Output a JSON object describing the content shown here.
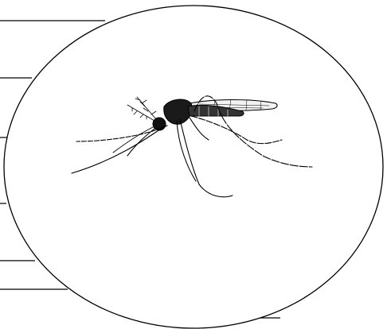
{
  "diagram": {
    "subject": "",
    "labels": [
      {
        "id": "label-1",
        "text": ""
      },
      {
        "id": "label-2",
        "text": ""
      },
      {
        "id": "label-3",
        "text": ""
      },
      {
        "id": "label-4",
        "text": ""
      },
      {
        "id": "label-5",
        "text": ""
      },
      {
        "id": "label-6",
        "text": ""
      },
      {
        "id": "label-7",
        "text": ""
      }
    ]
  },
  "colors": {
    "ink": "#000000",
    "paper": "#ffffff",
    "body_shadow": "#1a1a1a"
  },
  "icons": {
    "specimen": "mosquito-icon"
  }
}
